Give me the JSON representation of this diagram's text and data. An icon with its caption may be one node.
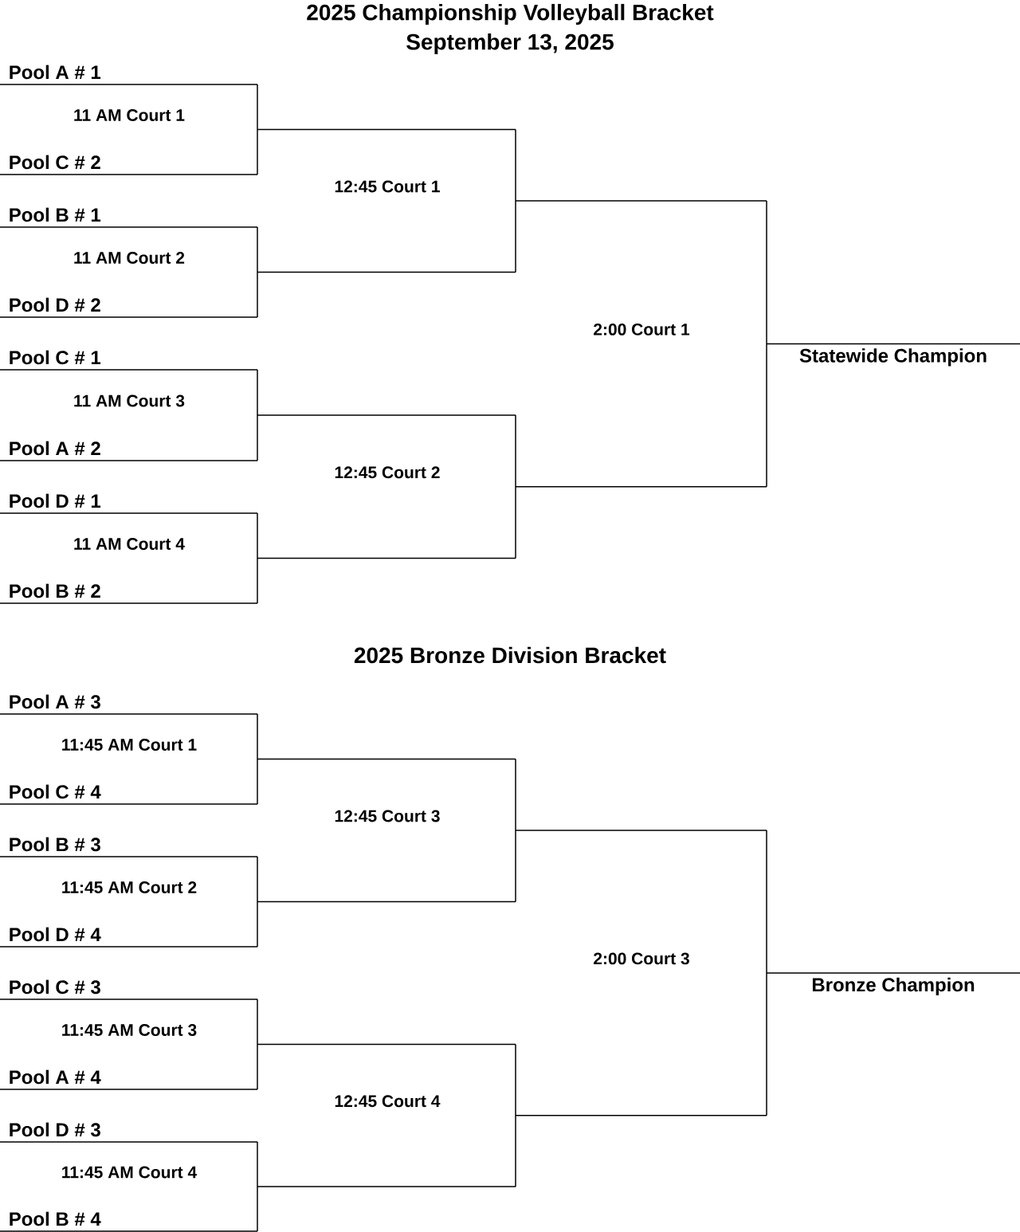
{
  "diagram": {
    "title": "2025 Championship Volleyball Bracket",
    "nodes": [
      {
        "text": [
          "Pool A # 1"
        ]
      },
      {
        "text": [
          "Pool C # 2"
        ]
      },
      {
        "text": [
          "Pool B # 1"
        ]
      },
      {
        "text": [
          "Pool D # 2"
        ]
      },
      {
        "text": [
          "Pool C # 1"
        ]
      },
      {
        "text": [
          "Pool A # 2"
        ]
      },
      {
        "text": [
          "Pool D # 1"
        ]
      },
      {
        "text": [
          "Pool B # 2"
        ]
      },
      {
        "text": [
          "11 AM Court 1"
        ]
      },
      {
        "text": [
          "11 AM Court 2"
        ]
      },
      {
        "text": [
          "11 AM Court 3"
        ]
      },
      {
        "text": [
          "11 AM Court 4"
        ]
      },
      {
        "text": [
          "12:45 Court 1"
        ]
      },
      {
        "text": [
          "12:45 Court 2"
        ]
      },
      {
        "text": [
          "2:00 Court 1"
        ]
      },
      {
        "text": [
          "Statewide Champion"
        ]
      },
      {
        "text": [
          "Pool A # 3"
        ]
      },
      {
        "text": [
          "Pool C # 4"
        ]
      },
      {
        "text": [
          "Pool B # 3"
        ]
      },
      {
        "text": [
          "Pool D # 4"
        ]
      },
      {
        "text": [
          "Pool C # 3"
        ]
      },
      {
        "text": [
          "Pool A # 4"
        ]
      },
      {
        "text": [
          "Pool D # 3"
        ]
      },
      {
        "text": [
          "Pool B # 4"
        ]
      },
      {
        "text": [
          "11:45 AM Court 1"
        ]
      },
      {
        "text": [
          "11:45 AM Court 2"
        ]
      },
      {
        "text": [
          "11:45 AM Court 3"
        ]
      },
      {
        "text": [
          "11:45 AM Court 4"
        ]
      },
      {
        "text": [
          "12:45 Court 3"
        ]
      },
      {
        "text": [
          "12:45 Court 4"
        ]
      },
      {
        "text": [
          "2:00 Court 3"
        ]
      },
      {
        "text": [
          "Bronze Champion"
        ]
      }
    ],
    "edges": [
      {
        "from": 0,
        "to": 8,
        "arrow": "none"
      },
      {
        "from": 1,
        "to": 8,
        "arrow": "none"
      },
      {
        "from": 2,
        "to": 9,
        "arrow": "none"
      },
      {
        "from": 3,
        "to": 9,
        "arrow": "none"
      },
      {
        "from": 4,
        "to": 10,
        "arrow": "none"
      },
      {
        "from": 5,
        "to": 10,
        "arrow": "none"
      },
      {
        "from": 6,
        "to": 11,
        "arrow": "none"
      },
      {
        "from": 7,
        "to": 11,
        "arrow": "none"
      },
      {
        "from": 8,
        "to": 12,
        "arrow": "none"
      },
      {
        "from": 9,
        "to": 12,
        "arrow": "none"
      },
      {
        "from": 10,
        "to": 13,
        "arrow": "none"
      },
      {
        "from": 11,
        "to": 13,
        "arrow": "none"
      },
      {
        "from": 12,
        "to": 14,
        "arrow": "none"
      },
      {
        "from": 13,
        "to": 14,
        "arrow": "none"
      },
      {
        "from": 14,
        "to": 15,
        "arrow": "none"
      },
      {
        "from": 16,
        "to": 24,
        "arrow": "none"
      },
      {
        "from": 17,
        "to": 24,
        "arrow": "none"
      },
      {
        "from": 18,
        "to": 25,
        "arrow": "none"
      },
      {
        "from": 19,
        "to": 25,
        "arrow": "none"
      },
      {
        "from": 20,
        "to": 26,
        "arrow": "none"
      },
      {
        "from": 21,
        "to": 26,
        "arrow": "none"
      },
      {
        "from": 22,
        "to": 27,
        "arrow": "none"
      },
      {
        "from": 23,
        "to": 27,
        "arrow": "none"
      },
      {
        "from": 24,
        "to": 28,
        "arrow": "none"
      },
      {
        "from": 25,
        "to": 28,
        "arrow": "none"
      },
      {
        "from": 26,
        "to": 29,
        "arrow": "none"
      },
      {
        "from": 27,
        "to": 29,
        "arrow": "none"
      },
      {
        "from": 28,
        "to": 30,
        "arrow": "none"
      },
      {
        "from": 29,
        "to": 30,
        "arrow": "none"
      },
      {
        "from": 30,
        "to": 31,
        "arrow": "none"
      }
    ],
    "labels": [
      "September 13, 2025",
      "2025 Bronze Division Bracket"
    ]
  }
}
